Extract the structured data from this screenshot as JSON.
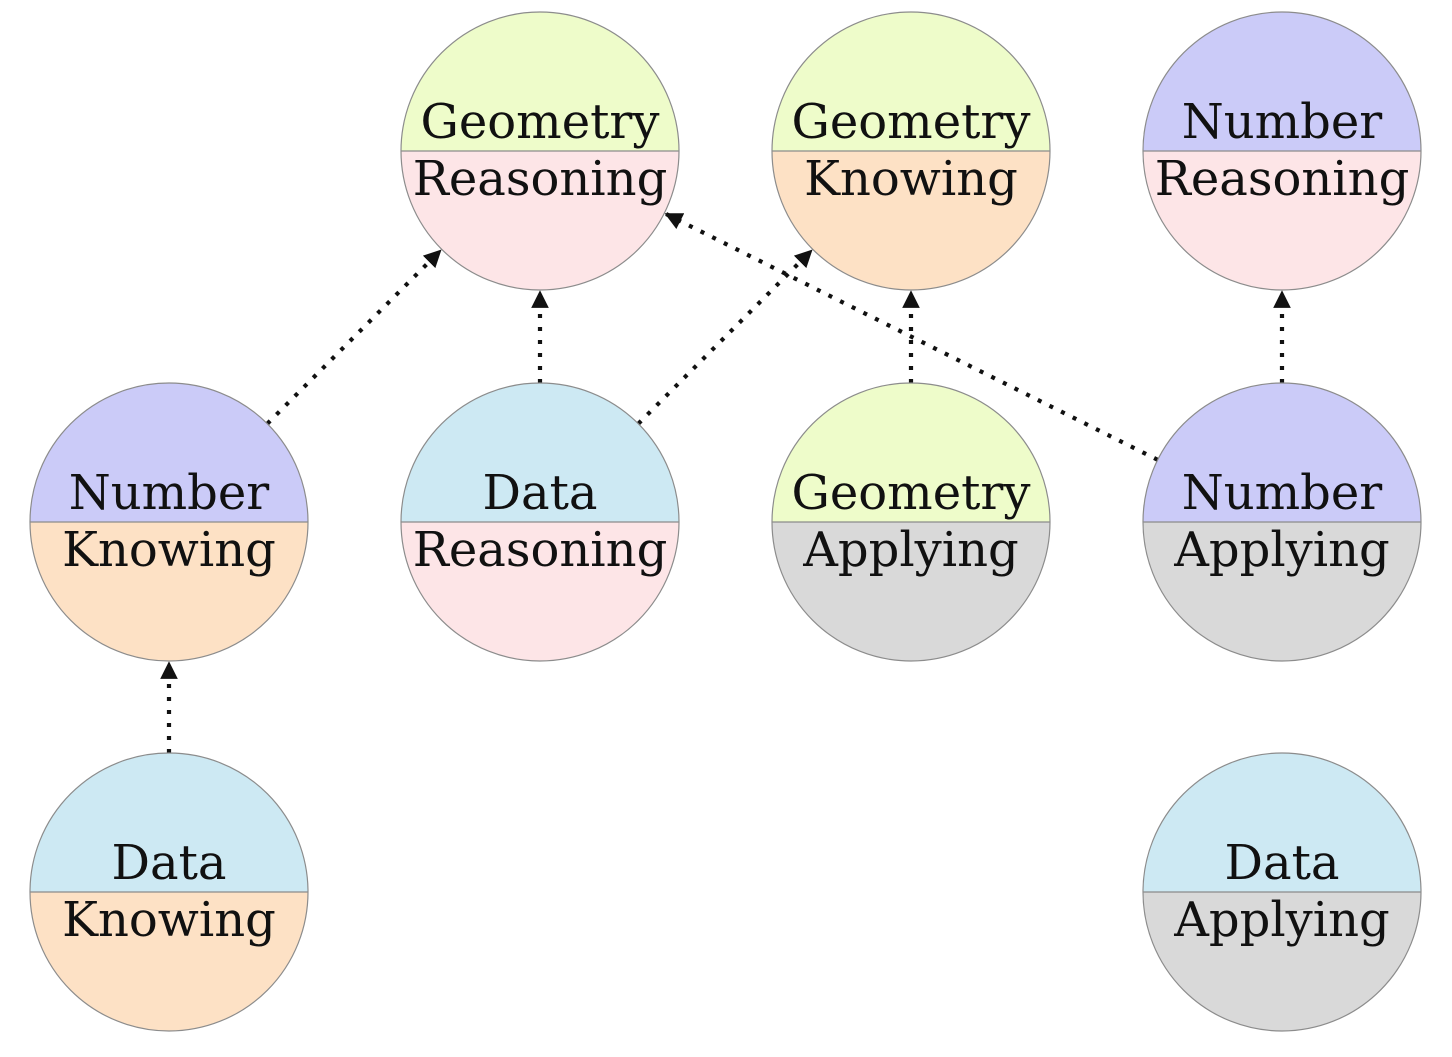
{
  "colors": {
    "Number": "#cbcbf8",
    "Geometry": "#eefcca",
    "Data": "#cde9f3",
    "Knowing": "#fde1c5",
    "Reasoning": "#fde5e7",
    "Applying": "#d9d9d9",
    "outline": "#8c8c8c",
    "edge": "#111111"
  },
  "nodes": [
    {
      "id": "geometry-reasoning",
      "top": "Geometry",
      "bottom": "Reasoning"
    },
    {
      "id": "geometry-knowing",
      "top": "Geometry",
      "bottom": "Knowing"
    },
    {
      "id": "number-reasoning",
      "top": "Number",
      "bottom": "Reasoning"
    },
    {
      "id": "number-knowing",
      "top": "Number",
      "bottom": "Knowing"
    },
    {
      "id": "data-reasoning",
      "top": "Data",
      "bottom": "Reasoning"
    },
    {
      "id": "geometry-applying",
      "top": "Geometry",
      "bottom": "Applying"
    },
    {
      "id": "number-applying",
      "top": "Number",
      "bottom": "Applying"
    },
    {
      "id": "data-knowing",
      "top": "Data",
      "bottom": "Knowing"
    },
    {
      "id": "data-applying",
      "top": "Data",
      "bottom": "Applying"
    }
  ],
  "edges": [
    {
      "from": "number-knowing",
      "to": "geometry-reasoning",
      "style": "dotted"
    },
    {
      "from": "data-reasoning",
      "to": "geometry-reasoning",
      "style": "dotted"
    },
    {
      "from": "data-reasoning",
      "to": "geometry-knowing",
      "style": "dotted"
    },
    {
      "from": "number-applying",
      "to": "geometry-reasoning",
      "style": "dotted"
    },
    {
      "from": "geometry-applying",
      "to": "geometry-knowing",
      "style": "dotted"
    },
    {
      "from": "number-applying",
      "to": "number-reasoning",
      "style": "dotted"
    },
    {
      "from": "data-knowing",
      "to": "number-knowing",
      "style": "dotted"
    }
  ]
}
